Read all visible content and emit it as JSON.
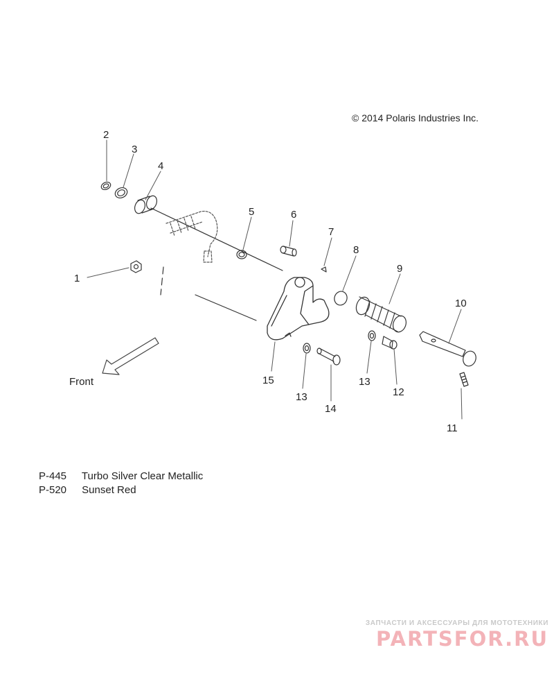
{
  "copyright": "© 2014 Polaris Industries Inc.",
  "direction_label": "Front",
  "callouts": [
    "1",
    "2",
    "3",
    "4",
    "5",
    "6",
    "7",
    "8",
    "9",
    "10",
    "11",
    "12",
    "13",
    "13",
    "14",
    "15"
  ],
  "colors": [
    {
      "code": "P-445",
      "name": "Turbo Silver Clear Metallic"
    },
    {
      "code": "P-520",
      "name": "Sunset Red"
    }
  ],
  "watermark": {
    "tagline": "ЗАПЧАСТИ И АКСЕССУАРЫ ДЛЯ МОТОТЕХНИКИ",
    "brand": "PARTSFOR.RU"
  }
}
